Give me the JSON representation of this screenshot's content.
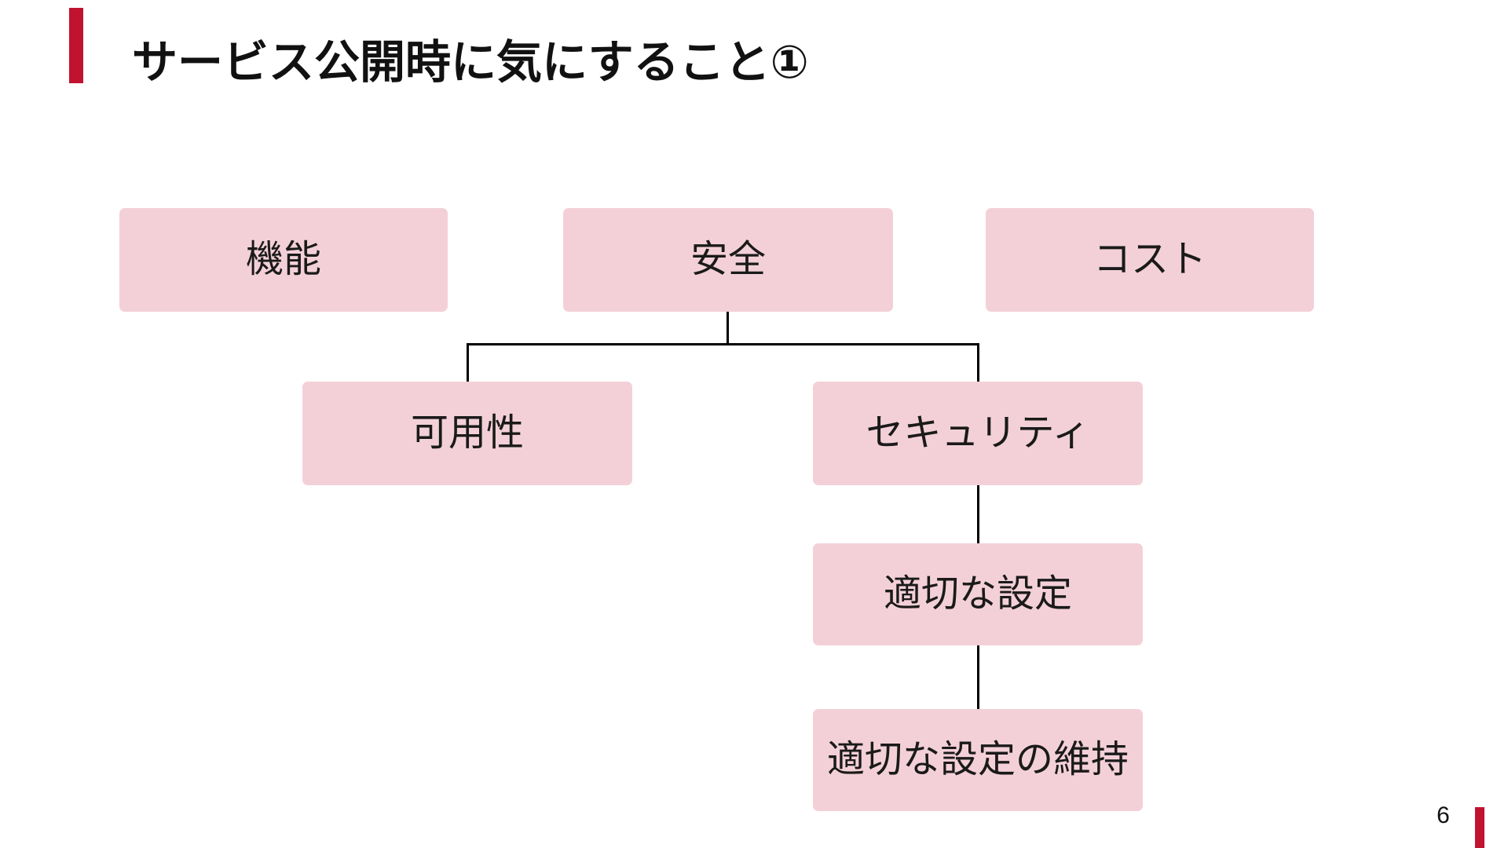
{
  "slide": {
    "title": "サービス公開時に気にすること①",
    "page_number": "6",
    "colors": {
      "accent_red": "#C1122F",
      "node_pink": "#F3D0D8",
      "connector_black": "#000000",
      "title_text": "#111111",
      "node_text": "#1A1A1A",
      "background": "#FFFFFF"
    }
  },
  "diagram": {
    "type": "hierarchy-tree",
    "nodes": {
      "feature": {
        "label": "機能"
      },
      "safety": {
        "label": "安全"
      },
      "cost": {
        "label": "コスト"
      },
      "availability": {
        "label": "可用性"
      },
      "security": {
        "label": "セキュリティ"
      },
      "proper_config": {
        "label": "適切な設定"
      },
      "maintain_config": {
        "label": "適切な設定の維持"
      }
    },
    "edges": [
      {
        "from": "安全",
        "to": "可用性"
      },
      {
        "from": "安全",
        "to": "セキュリティ"
      },
      {
        "from": "セキュリティ",
        "to": "適切な設定"
      },
      {
        "from": "適切な設定",
        "to": "適切な設定の維持"
      }
    ]
  }
}
